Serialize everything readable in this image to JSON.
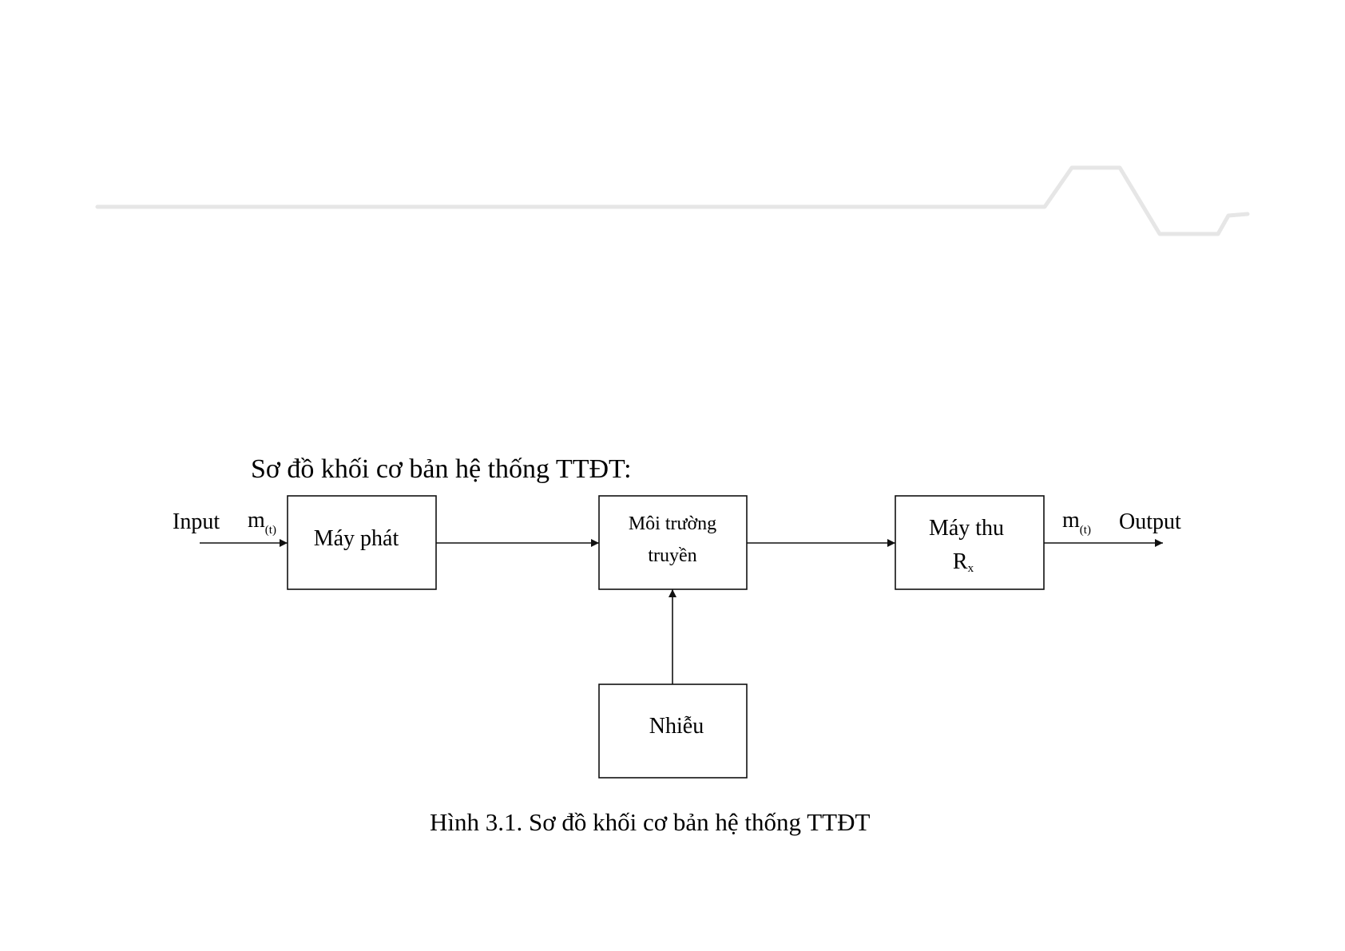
{
  "slide": {
    "heading": "Sơ đồ khối cơ bản hệ thống TTĐT:",
    "caption": "Hình 3.1. Sơ đồ khối cơ bản hệ thống TTĐT"
  },
  "diagram": {
    "input_label": "Input",
    "input_signal": {
      "symbol": "m",
      "subscript": "(t)"
    },
    "output_signal": {
      "symbol": "m",
      "subscript": "(t)"
    },
    "output_label": "Output",
    "blocks": {
      "transmitter": {
        "label": "Máy phát"
      },
      "channel": {
        "line1": "Môi trường",
        "line2": "truyền"
      },
      "receiver": {
        "line1": "Máy thu",
        "line2_main": "R",
        "line2_sub": "x"
      },
      "noise": {
        "label": "Nhiễu"
      }
    },
    "connections": [
      {
        "from": "input",
        "to": "transmitter"
      },
      {
        "from": "transmitter",
        "to": "channel"
      },
      {
        "from": "noise",
        "to": "channel"
      },
      {
        "from": "channel",
        "to": "receiver"
      },
      {
        "from": "receiver",
        "to": "output"
      }
    ]
  },
  "colors": {
    "background": "#ffffff",
    "ink": "#111111",
    "decor_line": "#e6e6e6"
  }
}
